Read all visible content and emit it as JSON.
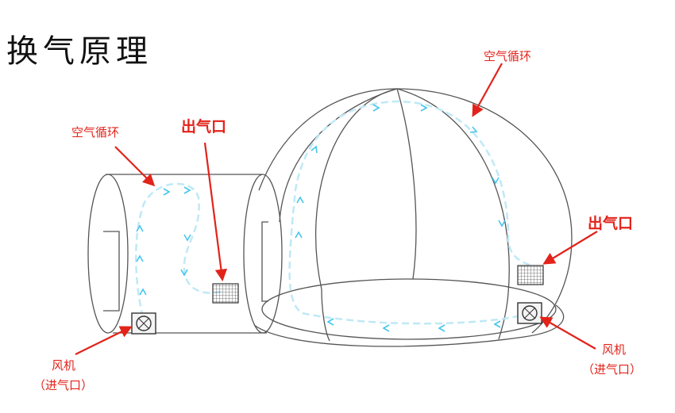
{
  "title": "换气原理",
  "labels": {
    "circulation": "空气循环",
    "outlet": "出气口",
    "fan": "风机",
    "inlet": "（进气口）"
  },
  "colors": {
    "annotation": "#e2231a",
    "airflow": "#45c6ec",
    "outline": "#555555"
  },
  "icons": [
    "fan-icon",
    "vent-grille-icon"
  ]
}
